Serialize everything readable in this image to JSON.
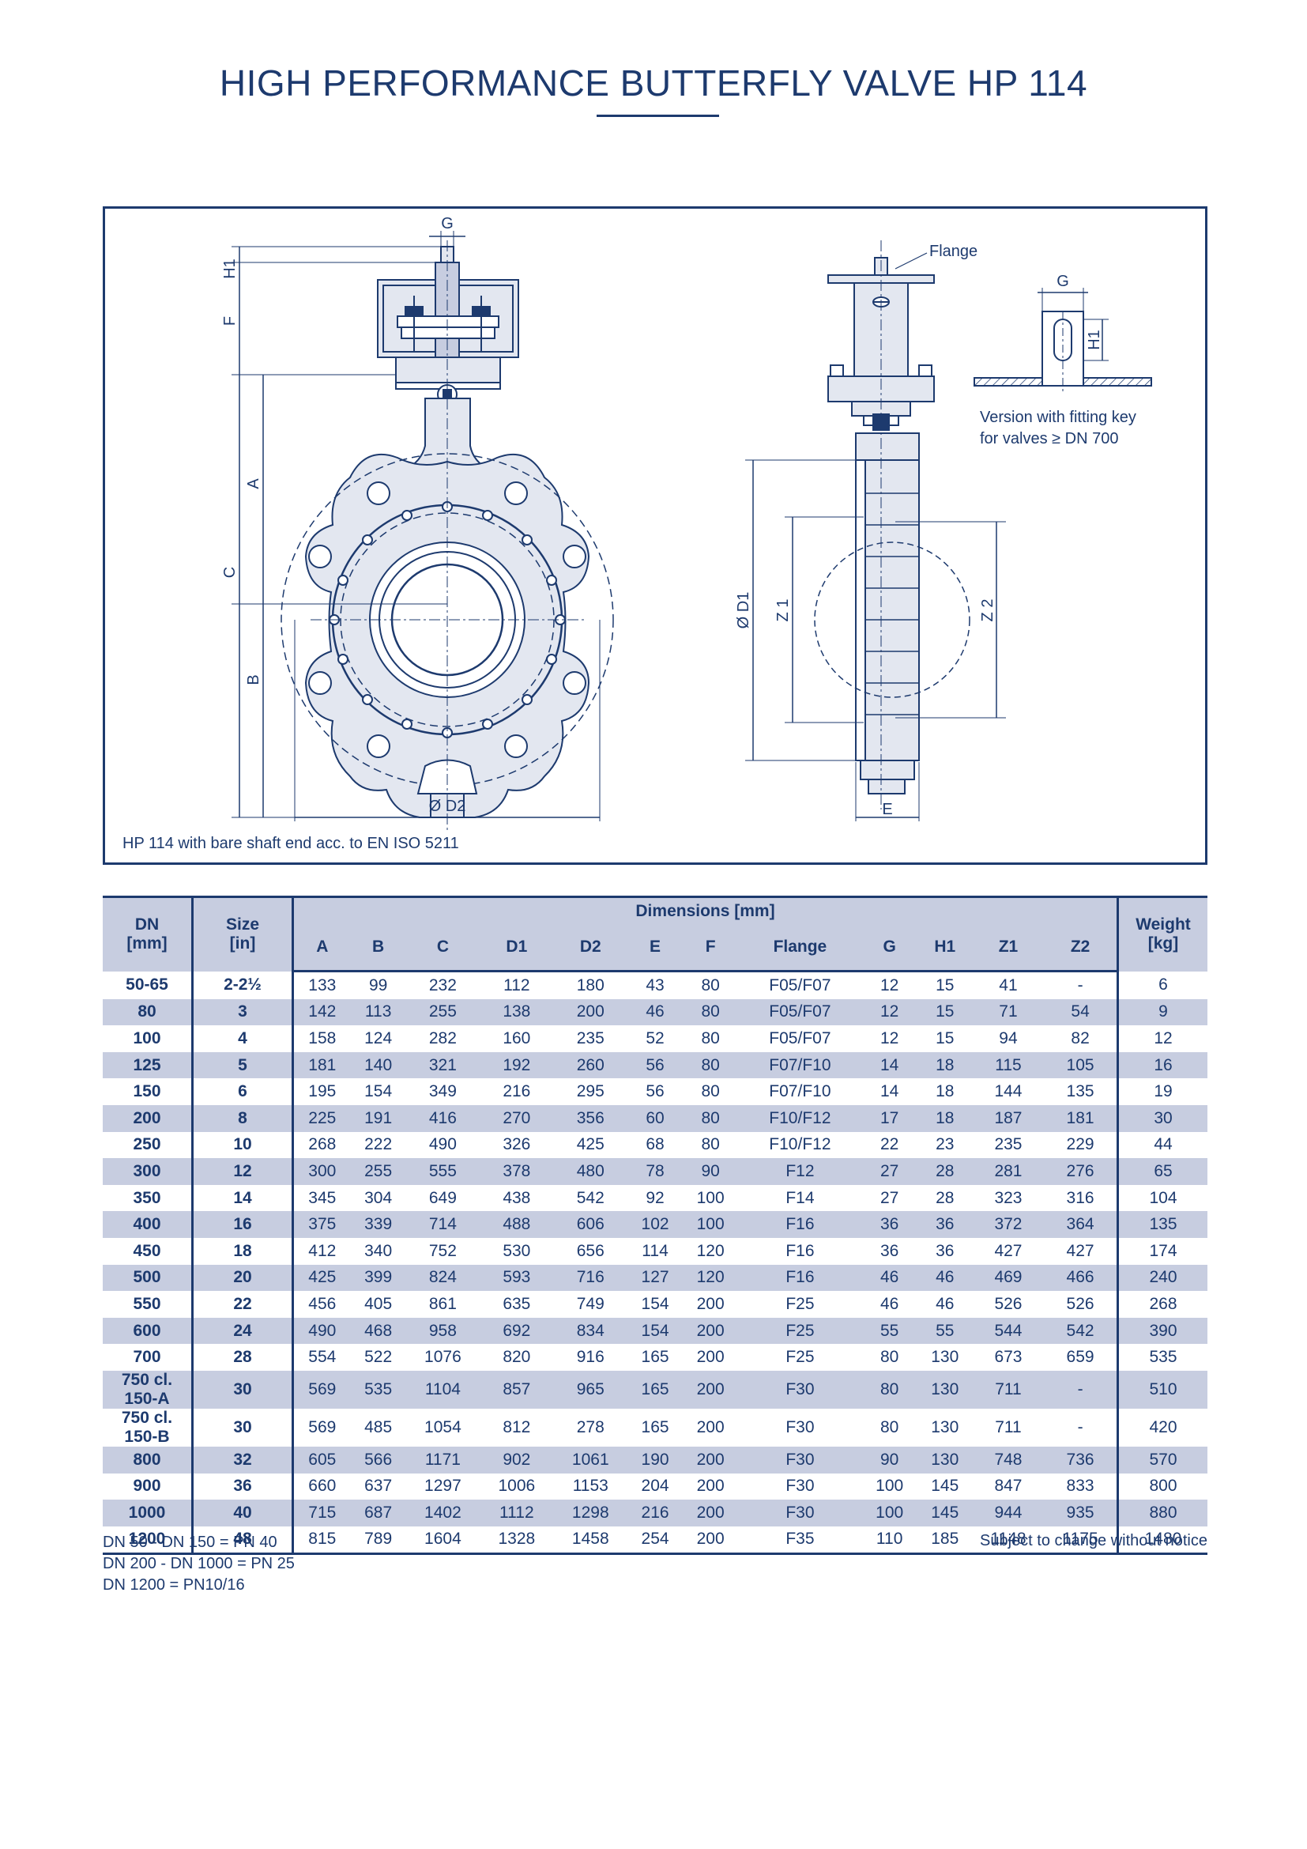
{
  "title": "HIGH PERFORMANCE BUTTERFLY VALVE HP 114",
  "drawing": {
    "caption": "HP 114 with bare shaft end acc. to EN ISO 5211",
    "labels": {
      "g": "G",
      "h1": "H1",
      "f": "F",
      "a": "A",
      "c": "C",
      "b": "B",
      "d2": "Ø D2",
      "flange": "Flange",
      "d1": "Ø D1",
      "z1": "Z 1",
      "z2": "Z 2",
      "e": "E",
      "g_key": "G",
      "h1_key": "H1",
      "key_note_1": "Version with fitting key",
      "key_note_2": "for valves ≥ DN 700"
    }
  },
  "table": {
    "group_header": "Dimensions [mm]",
    "columns": {
      "dn": "DN\n[mm]",
      "size": "Size\n[in]",
      "a": "A",
      "b": "B",
      "c": "C",
      "d1": "D1",
      "d2": "D2",
      "e": "E",
      "f": "F",
      "flange": "Flange",
      "g": "G",
      "h1": "H1",
      "z1": "Z1",
      "z2": "Z2",
      "weight": "Weight\n[kg]"
    },
    "rows": [
      [
        "50-65",
        "2-2½",
        "133",
        "99",
        "232",
        "112",
        "180",
        "43",
        "80",
        "F05/F07",
        "12",
        "15",
        "41",
        "-",
        "6"
      ],
      [
        "80",
        "3",
        "142",
        "113",
        "255",
        "138",
        "200",
        "46",
        "80",
        "F05/F07",
        "12",
        "15",
        "71",
        "54",
        "9"
      ],
      [
        "100",
        "4",
        "158",
        "124",
        "282",
        "160",
        "235",
        "52",
        "80",
        "F05/F07",
        "12",
        "15",
        "94",
        "82",
        "12"
      ],
      [
        "125",
        "5",
        "181",
        "140",
        "321",
        "192",
        "260",
        "56",
        "80",
        "F07/F10",
        "14",
        "18",
        "115",
        "105",
        "16"
      ],
      [
        "150",
        "6",
        "195",
        "154",
        "349",
        "216",
        "295",
        "56",
        "80",
        "F07/F10",
        "14",
        "18",
        "144",
        "135",
        "19"
      ],
      [
        "200",
        "8",
        "225",
        "191",
        "416",
        "270",
        "356",
        "60",
        "80",
        "F10/F12",
        "17",
        "18",
        "187",
        "181",
        "30"
      ],
      [
        "250",
        "10",
        "268",
        "222",
        "490",
        "326",
        "425",
        "68",
        "80",
        "F10/F12",
        "22",
        "23",
        "235",
        "229",
        "44"
      ],
      [
        "300",
        "12",
        "300",
        "255",
        "555",
        "378",
        "480",
        "78",
        "90",
        "F12",
        "27",
        "28",
        "281",
        "276",
        "65"
      ],
      [
        "350",
        "14",
        "345",
        "304",
        "649",
        "438",
        "542",
        "92",
        "100",
        "F14",
        "27",
        "28",
        "323",
        "316",
        "104"
      ],
      [
        "400",
        "16",
        "375",
        "339",
        "714",
        "488",
        "606",
        "102",
        "100",
        "F16",
        "36",
        "36",
        "372",
        "364",
        "135"
      ],
      [
        "450",
        "18",
        "412",
        "340",
        "752",
        "530",
        "656",
        "114",
        "120",
        "F16",
        "36",
        "36",
        "427",
        "427",
        "174"
      ],
      [
        "500",
        "20",
        "425",
        "399",
        "824",
        "593",
        "716",
        "127",
        "120",
        "F16",
        "46",
        "46",
        "469",
        "466",
        "240"
      ],
      [
        "550",
        "22",
        "456",
        "405",
        "861",
        "635",
        "749",
        "154",
        "200",
        "F25",
        "46",
        "46",
        "526",
        "526",
        "268"
      ],
      [
        "600",
        "24",
        "490",
        "468",
        "958",
        "692",
        "834",
        "154",
        "200",
        "F25",
        "55",
        "55",
        "544",
        "542",
        "390"
      ],
      [
        "700",
        "28",
        "554",
        "522",
        "1076",
        "820",
        "916",
        "165",
        "200",
        "F25",
        "80",
        "130",
        "673",
        "659",
        "535"
      ],
      [
        "750 cl. 150-A",
        "30",
        "569",
        "535",
        "1104",
        "857",
        "965",
        "165",
        "200",
        "F30",
        "80",
        "130",
        "711",
        "-",
        "510"
      ],
      [
        "750 cl. 150-B",
        "30",
        "569",
        "485",
        "1054",
        "812",
        "278",
        "165",
        "200",
        "F30",
        "80",
        "130",
        "711",
        "-",
        "420"
      ],
      [
        "800",
        "32",
        "605",
        "566",
        "1171",
        "902",
        "1061",
        "190",
        "200",
        "F30",
        "90",
        "130",
        "748",
        "736",
        "570"
      ],
      [
        "900",
        "36",
        "660",
        "637",
        "1297",
        "1006",
        "1153",
        "204",
        "200",
        "F30",
        "100",
        "145",
        "847",
        "833",
        "800"
      ],
      [
        "1000",
        "40",
        "715",
        "687",
        "1402",
        "1112",
        "1298",
        "216",
        "200",
        "F30",
        "100",
        "145",
        "944",
        "935",
        "880"
      ],
      [
        "1200",
        "48",
        "815",
        "789",
        "1604",
        "1328",
        "1458",
        "254",
        "200",
        "F35",
        "110",
        "185",
        "1148",
        "1175",
        "1480"
      ]
    ]
  },
  "notes": [
    "DN 50  -  DN 150   = PN 40",
    "DN 200 - DN 1000 = PN 25",
    "DN 1200 = PN10/16"
  ],
  "notice": "Subject to change without notice",
  "colors": {
    "primary": "#1d3a6e",
    "band": "#c7cde0",
    "body_fill": "#e3e7f0"
  }
}
